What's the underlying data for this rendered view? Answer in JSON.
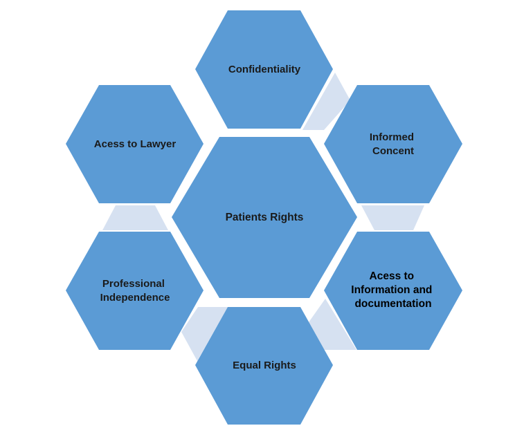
{
  "diagram": {
    "center": {
      "label": "Patients Rights"
    },
    "nodes": [
      {
        "label_lines": [
          "Confidentiality"
        ]
      },
      {
        "label_lines": [
          "Informed",
          "Concent"
        ]
      },
      {
        "label_lines": [
          "Acess to",
          "Information  and",
          "documentation"
        ]
      },
      {
        "label_lines": [
          "Equal Rights"
        ]
      },
      {
        "label_lines": [
          "Professional",
          "Independence"
        ]
      },
      {
        "label_lines": [
          "Acess to Lawyer"
        ]
      }
    ]
  },
  "colors": {
    "hexagon_fill": "#5b9bd5",
    "connector_fill": "#d6e1f1",
    "text": "#1a1a1a"
  }
}
